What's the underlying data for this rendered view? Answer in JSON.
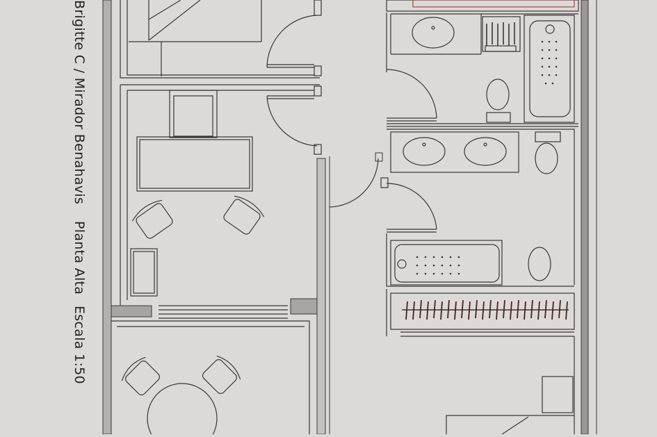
{
  "plan": {
    "title": "Brigitte C / Mirador Benahavis",
    "floor": "Planta Alta",
    "scale": "Escala 1:50"
  },
  "colors": {
    "paper": "#dcdad7",
    "line": "#3a3535",
    "wall_fill": "#a7a5a3",
    "wall_dark": "#7c7a78",
    "accent_red": "#9b2a2a"
  }
}
